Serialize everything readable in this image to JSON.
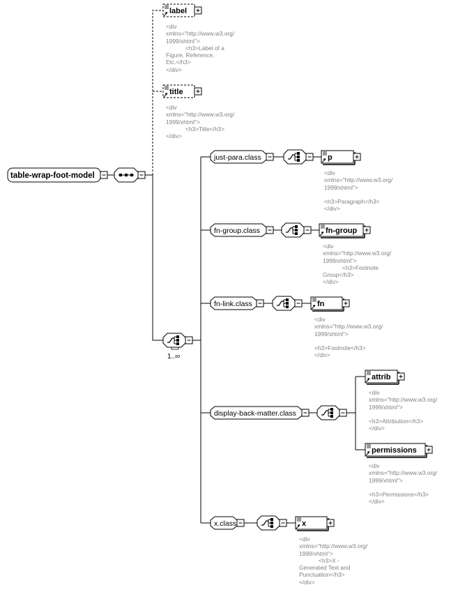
{
  "root": {
    "label": "table-wrap-foot-model"
  },
  "occurrence": "1..∞",
  "elements": {
    "label": "label",
    "title": "title",
    "p": "p",
    "fn_group": "fn-group",
    "fn": "fn",
    "attrib": "attrib",
    "permissions": "permissions",
    "x": "x"
  },
  "classes": {
    "just_para": "just-para.class",
    "fn_group": "fn-group.class",
    "fn_link": "fn-link.class",
    "display_back_matter": "display-back-matter.class",
    "x": "x.class"
  },
  "docs": {
    "label": "<div\nxmlns=\"http://www.w3.org/\n1999/xhtml\">\n            <h3>Label of a\nFigure, Reference,\nEtc.</h3>\n</div>",
    "title": "<div\nxmlns=\"http://www.w3.org/\n1999/xhtml\">\n            <h3>Title</h3>\n</div>",
    "p": "<div\nxmlns=\"http://www.w3.org/\n1999/xhtml\">\n\n<h3>Paragraph</h3>\n</div>",
    "fn_group": "<div\nxmlns=\"http://www.w3.org/\n1999/xhtml\">\n            <h3>Footnote\nGroup</h3>\n</div>",
    "fn": "<div\nxmlns=\"http://www.w3.org/\n1999/xhtml\">\n\n<h3>Footnote</h3>\n</div>",
    "attrib": "<div\nxmlns=\"http://www.w3.org/\n1999/xhtml\">\n\n<h3>Attribution</h3>\n</div>",
    "permissions": "<div\nxmlns=\"http://www.w3.org/\n1999/xhtml\">\n\n<h3>Permissions</h3>\n</div>",
    "x": "<div\nxmlns=\"http://www.w3.org/\n1999/xhtml\">\n            <h3>X -\nGenerated Text and\nPunctuation</h3>\n</div>"
  }
}
